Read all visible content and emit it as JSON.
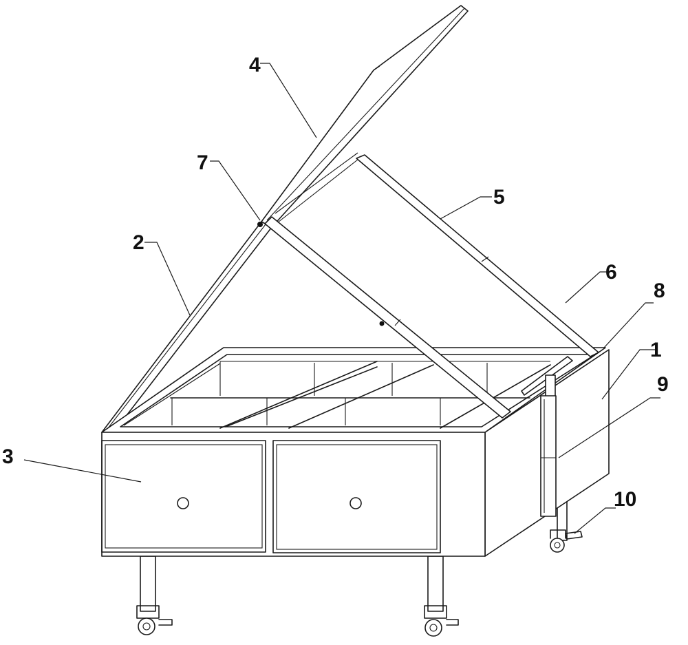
{
  "figure": {
    "callouts": [
      {
        "id": "1",
        "label": "1"
      },
      {
        "id": "2",
        "label": "2"
      },
      {
        "id": "3",
        "label": "3"
      },
      {
        "id": "4",
        "label": "4"
      },
      {
        "id": "5",
        "label": "5"
      },
      {
        "id": "6",
        "label": "6"
      },
      {
        "id": "7",
        "label": "7"
      },
      {
        "id": "8",
        "label": "8"
      },
      {
        "id": "9",
        "label": "9"
      },
      {
        "id": "10",
        "label": "10"
      }
    ],
    "line_color": "#1a1a1a",
    "background": "#ffffff"
  }
}
